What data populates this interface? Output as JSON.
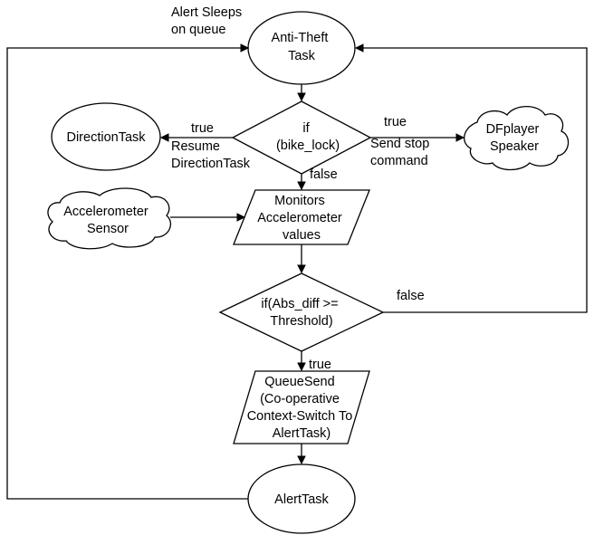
{
  "nodes": {
    "anti_theft": [
      "Anti-Theft",
      "Task"
    ],
    "if_bike_lock": [
      "if",
      "(bike_lock)"
    ],
    "direction_task": [
      "DirectionTask"
    ],
    "dfplayer": [
      "DFplayer",
      "Speaker"
    ],
    "accelerometer_sensor": [
      "Accelerometer",
      "Sensor"
    ],
    "monitors": [
      "Monitors",
      "Accelerometer",
      "values"
    ],
    "if_abs_diff": [
      "if(Abs_diff >=",
      "Threshold)"
    ],
    "queue_send": [
      "QueueSend",
      "(Co-operative",
      "Context-Switch To",
      "AlertTask)"
    ],
    "alert_task": [
      "AlertTask"
    ]
  },
  "labels": {
    "alert_sleeps": [
      "Alert Sleeps",
      "on queue"
    ],
    "true_left": "true",
    "resume": [
      "Resume",
      "DirectionTask"
    ],
    "true_right": "true",
    "send_stop": [
      "Send stop",
      "command"
    ],
    "false_down": "false",
    "false_right": "false",
    "true_down": "true"
  }
}
